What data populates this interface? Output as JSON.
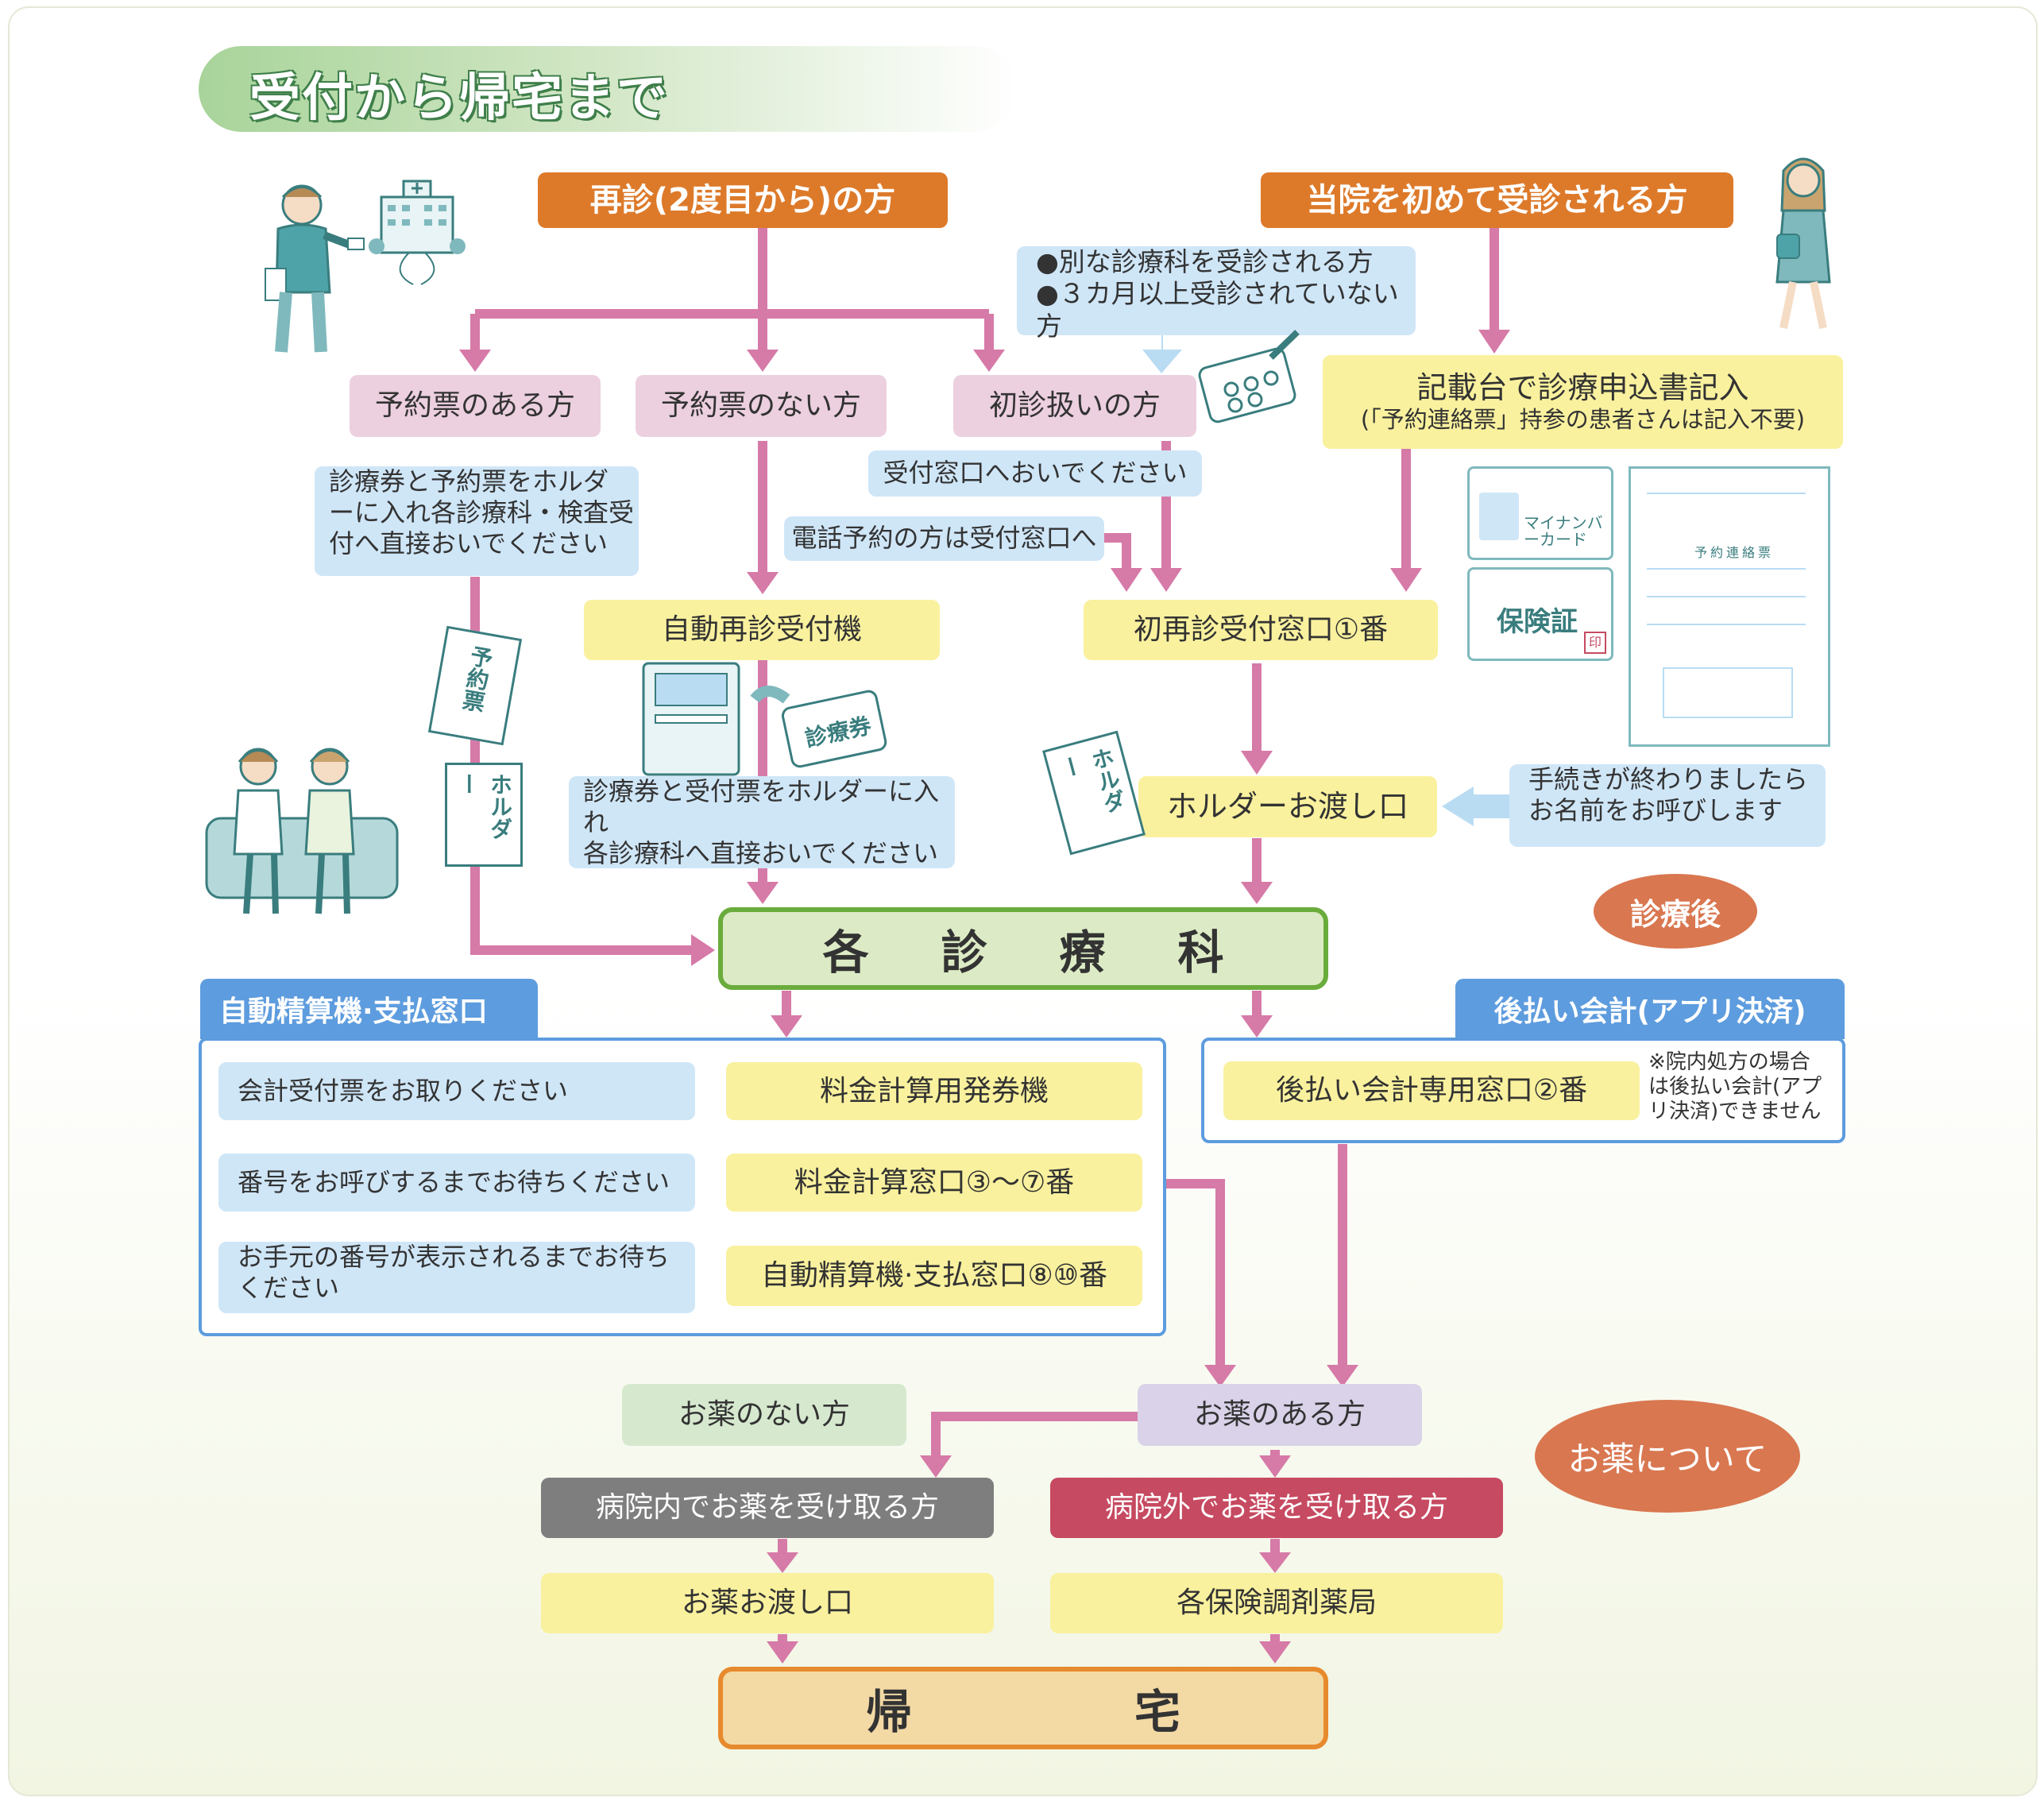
{
  "title": "受付から帰宅まで",
  "headers": {
    "revisit": "再診(2度目から)の方",
    "first_visit": "当院を初めて受診される方"
  },
  "conditions": {
    "line1": "●別な診療科を受診される方",
    "line2": "●３カ月以上受診されていない方"
  },
  "routes": {
    "with_reservation": "予約票のある方",
    "without_reservation": "予約票のない方",
    "first_treatment": "初診扱いの方"
  },
  "instructions": {
    "reservation_line1": "診療券と予約票をホルダ",
    "reservation_line2": "ーに入れ各診療科・検査受",
    "reservation_line3": "付へ直接おいでください",
    "reception_window": "受付窓口へおいでください",
    "phone_reservation": "電話予約の方は受付窓口へ",
    "auto_line1": "診療券と受付票をホルダーに入れ",
    "auto_line2": "各診療科へ直接おいでください",
    "call_line1": "手続きが終わりましたら",
    "call_line2": "お名前をお呼びします"
  },
  "fill_form": {
    "line1": "記載台で診療申込書記入",
    "line2": "(「予約連絡票」持参の患者さんは記入不要)"
  },
  "counters": {
    "auto_revisit": "自動再診受付機",
    "initial_window": "初再診受付窓口①番",
    "holder_handover": "ホルダーお渡し口"
  },
  "departments": [
    "各",
    "診",
    "療",
    "科"
  ],
  "after_treatment": "診療後",
  "payment": {
    "tab": "自動精算機·支払窓口",
    "steps": [
      {
        "instruction": "会計受付票をお取りください",
        "place": "料金計算用発券機"
      },
      {
        "instruction": "番号をお呼びするまでお待ちください",
        "place": "料金計算窓口③〜⑦番"
      },
      {
        "instruction_line1": "お手元の番号が表示されるまでお待ち",
        "instruction_line2": "ください",
        "place": "自動精算機·支払窓口⑧⑩番"
      }
    ]
  },
  "deferred": {
    "tab": "後払い会計(アプリ決済)",
    "window": "後払い会計専用窓口②番",
    "note_line1": "※院内処方の場合",
    "note_line2": "は後払い会計(アプ",
    "note_line3": "リ決済)できません"
  },
  "medicine": {
    "label": "お薬について",
    "none": "お薬のない方",
    "with": "お薬のある方",
    "in_hospital": "病院内でお薬を受け取る方",
    "out_hospital": "病院外でお薬を受け取る方",
    "counter": "お薬お渡し口",
    "pharmacy": "各保険調剤薬局"
  },
  "home": [
    "帰",
    "宅"
  ],
  "illustration_text": {
    "reservation_slip": "予約票",
    "holder": "ホルダー",
    "card": "診療券",
    "my_number": "マイナンバーカード",
    "insurance": "保険証",
    "seal": "印",
    "form_title": "予約連絡票"
  },
  "colors": {
    "arrow": "#d67aa8",
    "orange": "#dd7a2a",
    "panel_blue": "#5d9cde",
    "main_green": "#6aac3c",
    "home_orange": "#e78a2d"
  }
}
